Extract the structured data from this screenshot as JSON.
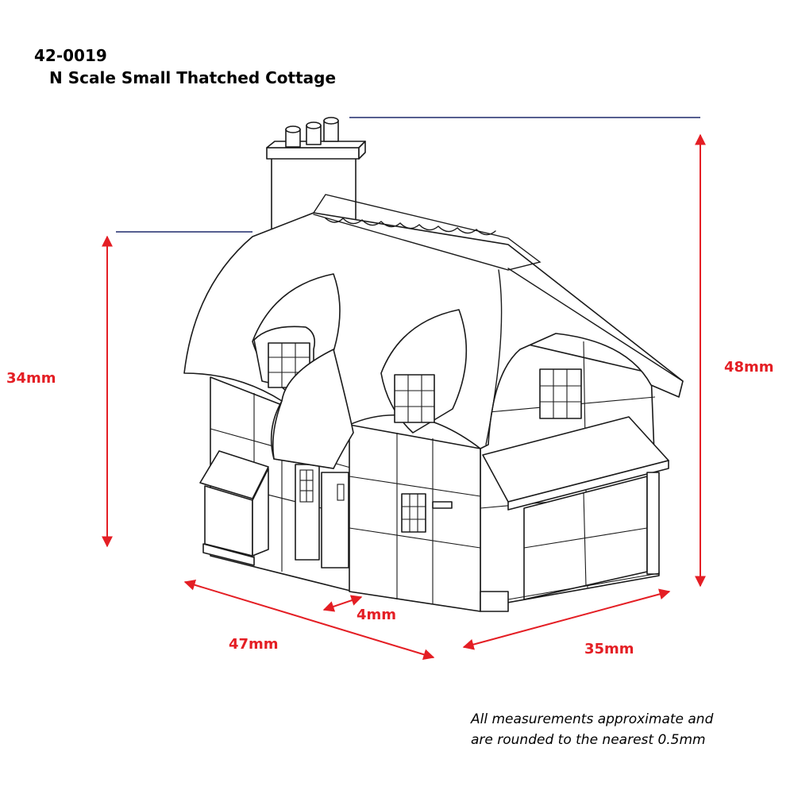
{
  "product": {
    "code": "42-0019",
    "name": "N  Scale Small Thatched Cottage"
  },
  "dimensions": {
    "eave_height": "34mm",
    "total_height": "48mm",
    "width": "47mm",
    "depth": "35mm",
    "porch_depth": "4mm"
  },
  "note": {
    "line1": "All measurements approximate and",
    "line2": "are rounded to the nearest 0.5mm"
  },
  "colors": {
    "dimension": "#e41e24",
    "reference_line": "#1f2a6b",
    "outline": "#1a1a1a"
  }
}
